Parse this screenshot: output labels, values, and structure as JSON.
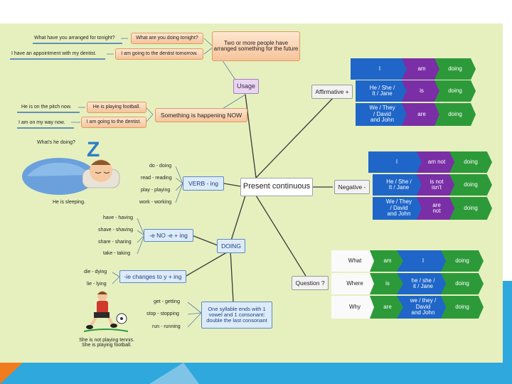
{
  "colors": {
    "background": "#e6f0bf",
    "blue": "#1f66c8",
    "purple": "#7a2fa6",
    "green": "#2d9a3a",
    "orange_fill": "#f6c49b",
    "footer_blue": "#2ea8dd",
    "footer_orange": "#f07c1e"
  },
  "center": "Present continuous",
  "usage": {
    "label": "Usage",
    "q1": "What have you arranged for tonight?",
    "q2": "What are you doing tonight?",
    "a1": "I have an appointment with my dentist.",
    "a2": "I am going to the dentist tomorrow.",
    "arranged": "Two or more people have arranged something for the future",
    "now1": "He is on the pitch now.",
    "now2": "He is playing football.",
    "now3": "I am on my way now.",
    "now4": "I am going to the dentist.",
    "happening": "Something is happening NOW"
  },
  "sleep": {
    "question": "What's he doing?",
    "answer": "He is sleeping.",
    "icon": "sleeping-boy-icon"
  },
  "verb": {
    "label": "VERB - ing",
    "examples": [
      "do - doing",
      "read - reading",
      "play - playing",
      "work - working"
    ]
  },
  "doing": {
    "label": "DOING",
    "no_e": {
      "label": "-e NO -e + ing",
      "examples": [
        "have - having",
        "shave - shaving",
        "share - sharing",
        "take - taking"
      ]
    },
    "ie": {
      "label": "-ie changes to y + ing",
      "examples": [
        "die - dying",
        "lie - lying"
      ]
    },
    "syllable": {
      "label": "One syllable ends with 1 vowel and 1 consonant: double the last consonant",
      "examples": [
        "get - getting",
        "stop - stopping",
        "run - running"
      ]
    }
  },
  "football": {
    "caption": "She is not playing tennis.\nShe is playing football.",
    "icon": "football-girl-icon"
  },
  "affirmative": {
    "label": "Affirmative +",
    "rows": [
      [
        "I",
        "am",
        "doing"
      ],
      [
        "He / She /\nIt / Jane",
        "is",
        "doing"
      ],
      [
        "We / They\n/ David\nand John",
        "are",
        "doing"
      ]
    ]
  },
  "negative": {
    "label": "Negative -",
    "rows": [
      [
        "I",
        "am not",
        "doing"
      ],
      [
        "He / She /\nIt / Jane",
        "is not\nisn't",
        "doing"
      ],
      [
        "We / They\n/ David\nand John",
        "are\nnot",
        "doing"
      ]
    ]
  },
  "question": {
    "label": "Question ?",
    "rows": [
      [
        "What",
        "am",
        "I",
        "doing"
      ],
      [
        "Where",
        "is",
        "he / she /\nit / Jane",
        "doing"
      ],
      [
        "Why",
        "are",
        "we / they /\nDavid\nand John",
        "doing"
      ]
    ]
  }
}
